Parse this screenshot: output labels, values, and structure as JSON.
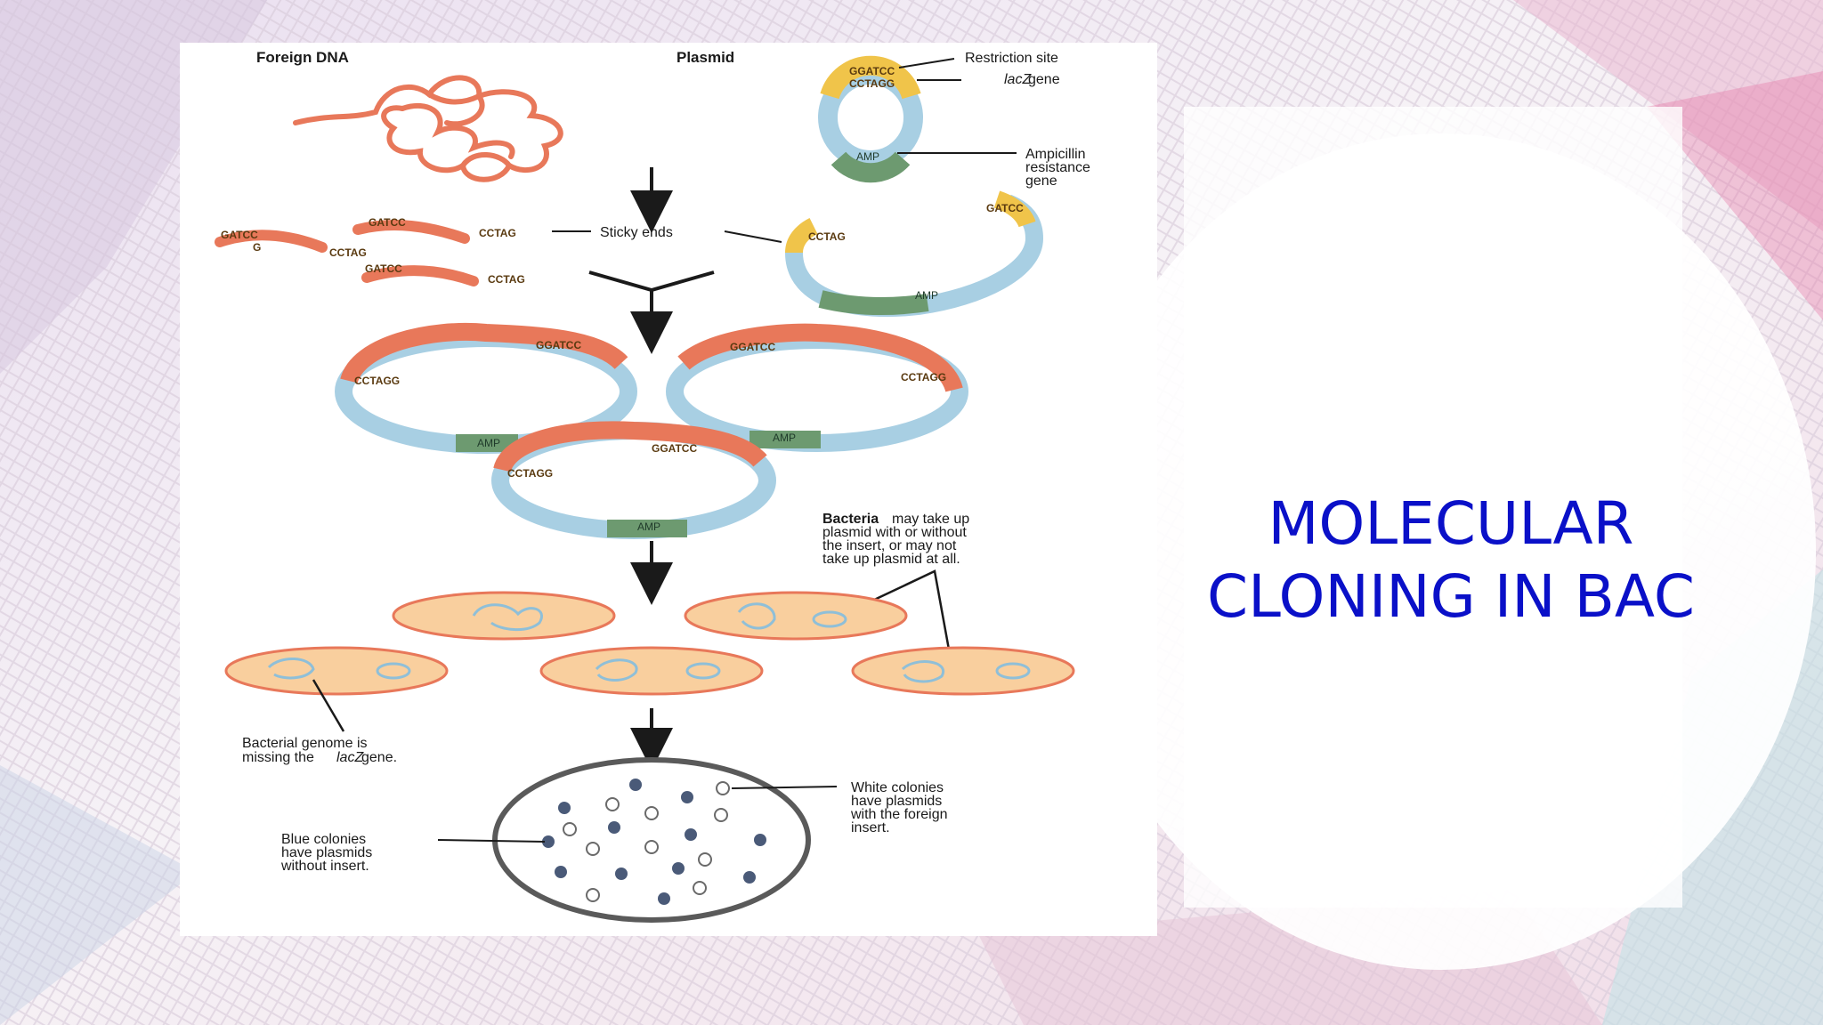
{
  "slide": {
    "title_line1": "MOLECULAR",
    "title_line2": "CLONING IN BAC"
  },
  "diagram": {
    "foreign_dna_label": "Foreign DNA",
    "plasmid_label": "Plasmid",
    "restriction_site_label": "Restriction site",
    "lacz_gene_italic": "lacZ",
    "lacz_gene_rest": " gene",
    "ampicillin_lines": [
      "Ampicillin",
      "resistance",
      "gene"
    ],
    "sticky_ends_label": "Sticky ends",
    "seq_ggatcc": "GGATCC",
    "seq_cctagg": "CCTAGG",
    "seq_gatcc": "GATCC",
    "seq_g": "G",
    "seq_cctag": "CCTAG",
    "amp_label": "AMP",
    "bacteria_bold": "Bacteria",
    "bacteria_rest": " may take up",
    "bacteria_lines": [
      "plasmid with or without",
      "the insert, or may not",
      "take up plasmid at all."
    ],
    "genome_line1": "Bacterial genome is",
    "genome_line2_pre": "missing the ",
    "genome_line2_italic": "lacZ",
    "genome_line2_post": " gene.",
    "white_colonies_lines": [
      "White colonies",
      "have plasmids",
      "with the foreign",
      "insert."
    ],
    "blue_colonies_lines": [
      "Blue colonies",
      "have plasmids",
      "without insert."
    ]
  },
  "colors": {
    "title": "#0a10c8",
    "dna": "#e8785a",
    "plasmid": "#a8cfe3",
    "amp": "#6d9a70",
    "site": "#f0c44a",
    "cell_fill": "#f9cf9e",
    "cell_border": "#e8785a",
    "blue_colony": "#4a5a78"
  }
}
